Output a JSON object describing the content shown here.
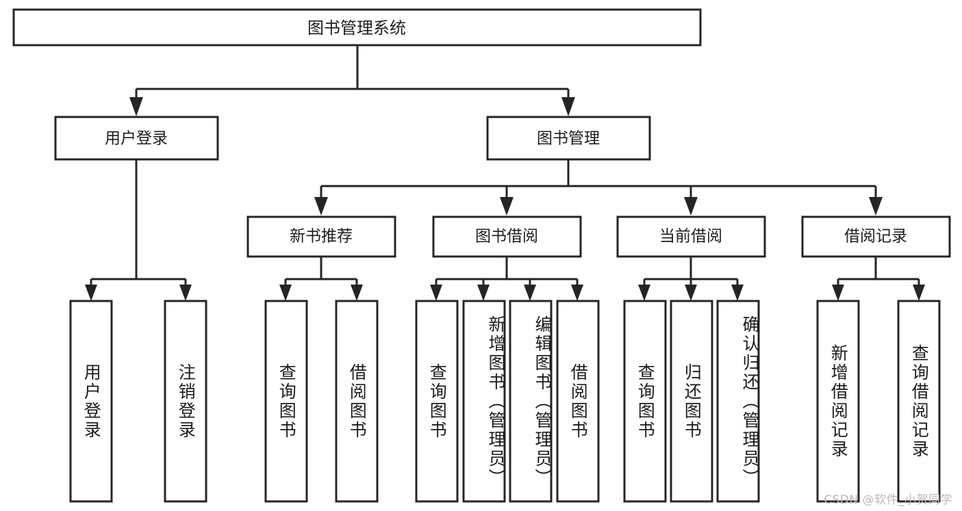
{
  "diagram": {
    "title": "图书管理系统",
    "type": "tree-hierarchy",
    "watermark": "CSDN @软件_小贺同学",
    "colors": {
      "stroke": "#252525",
      "fill": "#ffffff",
      "text": "#1c1c1c",
      "watermark": "#b8b8b8"
    },
    "levels": {
      "root": {
        "label": "图书管理系统"
      },
      "level2": [
        {
          "label": "用户登录"
        },
        {
          "label": "图书管理"
        }
      ],
      "level3": [
        {
          "label": "新书推荐"
        },
        {
          "label": "图书借阅"
        },
        {
          "label": "当前借阅"
        },
        {
          "label": "借阅记录"
        }
      ],
      "leaves": [
        {
          "label": "用户登录",
          "parent": "用户登录"
        },
        {
          "label": "注销登录",
          "parent": "用户登录"
        },
        {
          "label": "查询图书",
          "parent": "新书推荐"
        },
        {
          "label": "借阅图书",
          "parent": "新书推荐"
        },
        {
          "label": "查询图书",
          "parent": "图书借阅"
        },
        {
          "label": "新增图书（管理员）",
          "parent": "图书借阅"
        },
        {
          "label": "编辑图书（管理员）",
          "parent": "图书借阅"
        },
        {
          "label": "借阅图书",
          "parent": "图书借阅"
        },
        {
          "label": "查询图书",
          "parent": "当前借阅"
        },
        {
          "label": "归还图书",
          "parent": "当前借阅"
        },
        {
          "label": "确认归还（管理员）",
          "parent": "当前借阅"
        },
        {
          "label": "新增借阅记录",
          "parent": "借阅记录"
        },
        {
          "label": "查询借阅记录",
          "parent": "借阅记录"
        }
      ]
    }
  }
}
